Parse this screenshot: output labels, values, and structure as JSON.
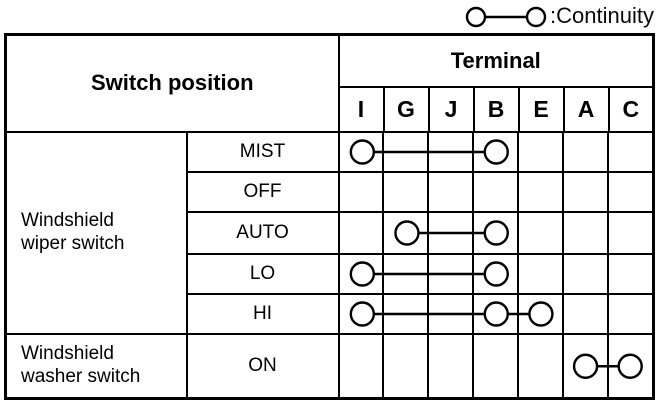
{
  "legend": {
    "label": ":Continuity"
  },
  "table": {
    "switch_position_header": "Switch position",
    "terminal_header": "Terminal",
    "terminals": [
      "I",
      "G",
      "J",
      "B",
      "E",
      "A",
      "C"
    ],
    "groups": [
      {
        "name": "Windshield\nwiper switch",
        "rows": [
          {
            "position": "MIST",
            "continuity": [
              "I",
              "B"
            ]
          },
          {
            "position": "OFF",
            "continuity": []
          },
          {
            "position": "AUTO",
            "continuity": [
              "G",
              "B"
            ]
          },
          {
            "position": "LO",
            "continuity": [
              "I",
              "B"
            ]
          },
          {
            "position": "HI",
            "continuity": [
              "I",
              "B",
              "E"
            ]
          }
        ]
      },
      {
        "name": "Windshield\nwasher switch",
        "rows": [
          {
            "position": "ON",
            "continuity": [
              "A",
              "C"
            ]
          }
        ]
      }
    ]
  },
  "colors": {
    "line": "#000000",
    "background": "#ffffff",
    "text": "#000000"
  }
}
